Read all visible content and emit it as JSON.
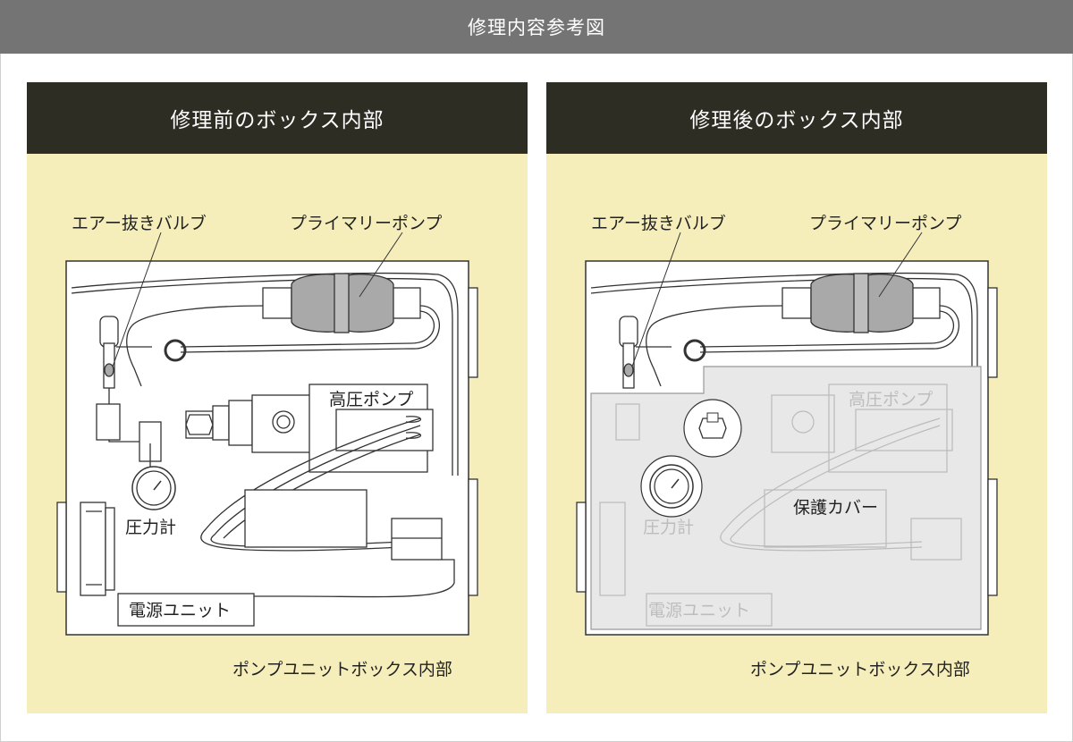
{
  "header": {
    "title": "修理内容参考図"
  },
  "panels": [
    {
      "title": "修理前のボックス内部",
      "labels": {
        "air_valve": "エアー抜きバルブ",
        "primary_pump": "プライマリーポンプ",
        "high_pressure_pump": "高圧ポンプ",
        "pressure_gauge": "圧力計",
        "power_unit": "電源ユニット",
        "box_caption": "ポンプユニットボックス内部"
      }
    },
    {
      "title": "修理後のボックス内部",
      "labels": {
        "air_valve": "エアー抜きバルブ",
        "primary_pump": "プライマリーポンプ",
        "high_pressure_pump": "高圧ポンプ",
        "pressure_gauge": "圧力計",
        "power_unit": "電源ユニット",
        "protective_cover": "保護カバー",
        "box_caption": "ポンプユニットボックス内部"
      }
    }
  ],
  "colors": {
    "header_bar": "#747474",
    "panel_head": "#2e2d24",
    "panel_bg": "#f5eebb",
    "cover_fill": "#e6e6e6",
    "pump_body": "#a9a9a9"
  }
}
